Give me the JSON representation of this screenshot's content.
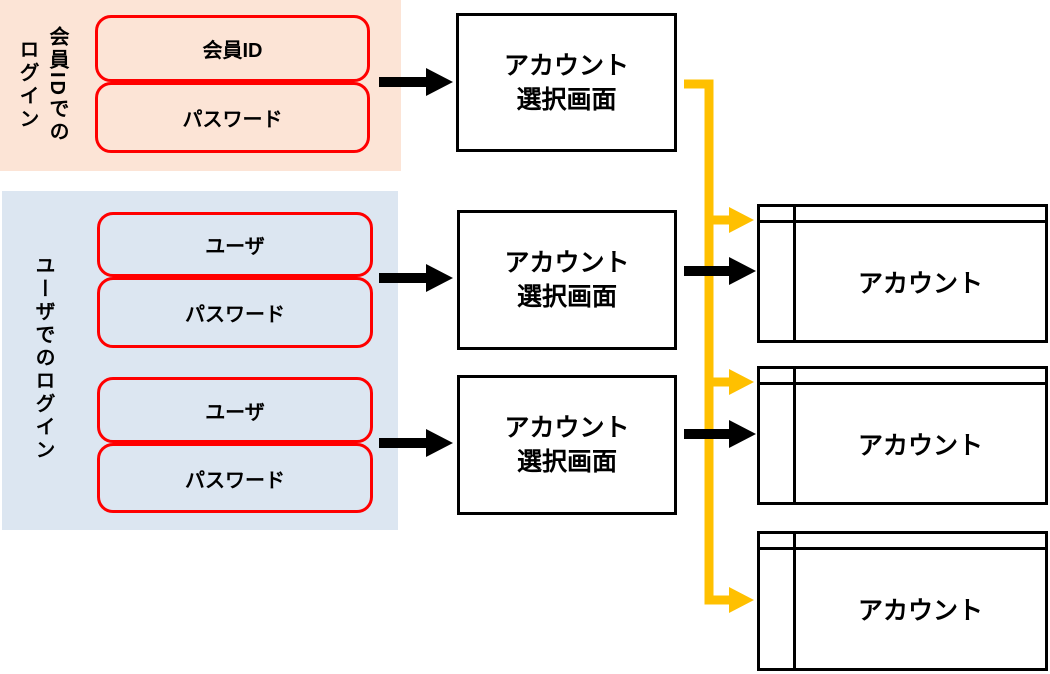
{
  "colors": {
    "member_panel_bg": "#FCE4D6",
    "user_panel_bg": "#DCE6F1",
    "field_border": "#FF0000",
    "flow_yellow": "#FFC000",
    "flow_black": "#000000",
    "box_border": "#000000",
    "box_bg": "#FFFFFF",
    "text_color": "#000000"
  },
  "member_login_panel": {
    "title": "会員IDでの\nログイン",
    "fields": [
      "会員ID",
      "パスワード"
    ]
  },
  "user_login_panel": {
    "title": "ユーザでのログイン",
    "credential_sets": [
      [
        "ユーザ",
        "パスワード"
      ],
      [
        "ユーザ",
        "パスワード"
      ]
    ]
  },
  "selection_screens": [
    "アカウント\n選択画面",
    "アカウント\n選択画面",
    "アカウント\n選択画面"
  ],
  "accounts": [
    "アカウント",
    "アカウント",
    "アカウント"
  ]
}
